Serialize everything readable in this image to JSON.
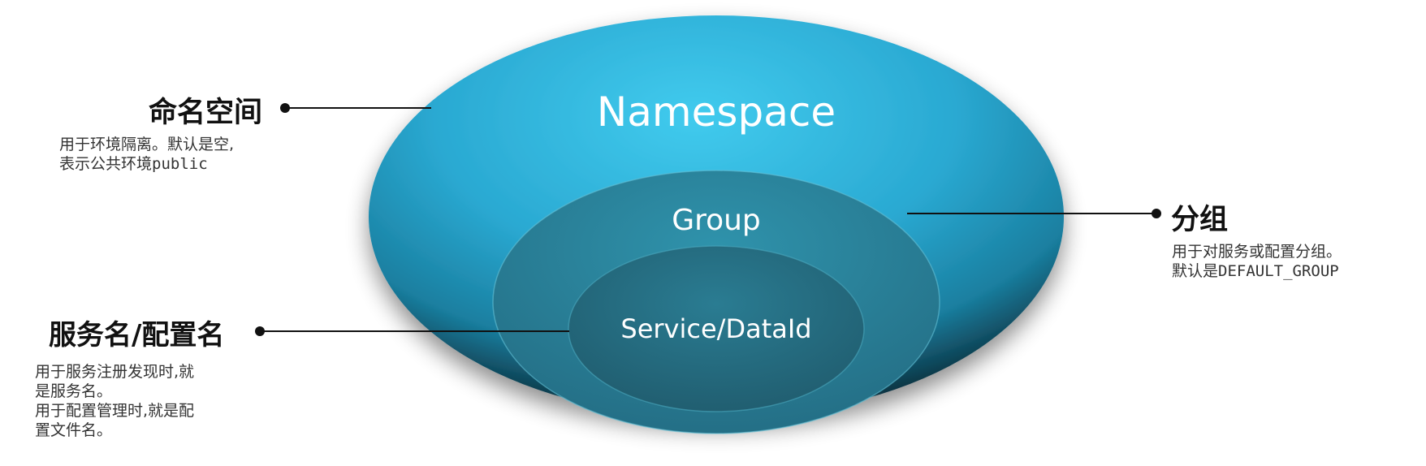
{
  "layers": {
    "outer": {
      "label": "Namespace"
    },
    "middle": {
      "label": "Group"
    },
    "inner": {
      "label": "Service/DataId"
    }
  },
  "callouts": {
    "namespace": {
      "title": "命名空间",
      "desc_line1": "用于环境隔离。默认是空,",
      "desc_line2_prefix": "表示公共环境",
      "desc_line2_code": "public"
    },
    "group": {
      "title": "分组",
      "desc_line1": "用于对服务或配置分组。",
      "desc_line2_prefix": "默认是",
      "desc_line2_code": "DEFAULT_GROUP"
    },
    "service": {
      "title": "服务名/配置名",
      "desc_line1": "用于服务注册发现时,就",
      "desc_line2": "是服务名。",
      "desc_line3": "用于配置管理时,就是配",
      "desc_line4": "置文件名。"
    }
  },
  "colors": {
    "outer_light": "#41cbee",
    "outer_mid": "#2199bf",
    "outer_dark": "#0b2f3c",
    "middle": "#2a879f",
    "inner": "#266e83",
    "callout_line": "#111111"
  }
}
